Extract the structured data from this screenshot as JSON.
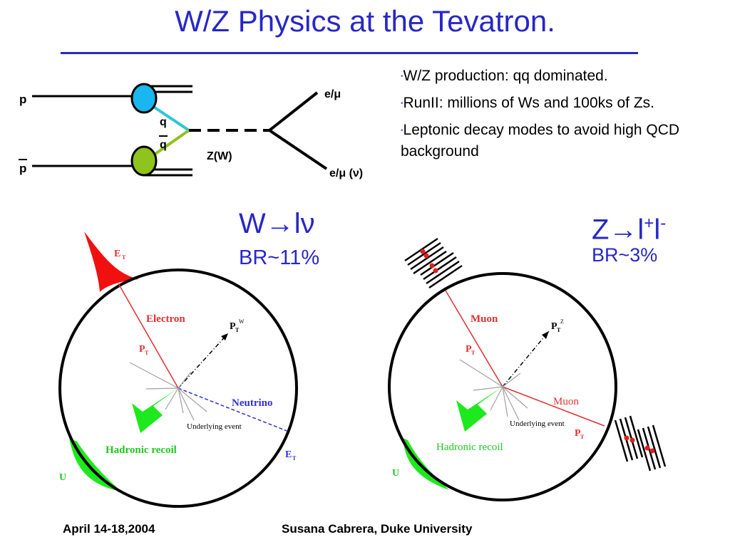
{
  "title": "W/Z Physics at the Tevatron.",
  "bullets": [
    "W/Z production: qq dominated.",
    "RunII: millions of Ws and 100ks of Zs.",
    "Leptonic decay modes to avoid high QCD background"
  ],
  "feynman": {
    "p": "p",
    "pbar": "p",
    "q": "q",
    "qbar": "q",
    "boson": "Z(W)",
    "lepton_top": "e/μ",
    "lepton_bottom": "e/μ (ν)"
  },
  "w_panel": {
    "process": "W→lν",
    "br": "BR~11%",
    "et_top": "E",
    "et_top_sub": "T",
    "electron": "Electron",
    "pt": "P",
    "pt_sub": "T",
    "ptw": "P",
    "ptw_sub": "T",
    "ptw_sup": "W",
    "neutrino": "Neutrino",
    "underlying": "Underlying event",
    "hadronic": "Hadronic recoil",
    "et_bottom": "E",
    "et_bottom_sub": "T",
    "u": "U"
  },
  "z_panel": {
    "process_z": "Z→l",
    "process_plus": "+",
    "process_l": "l",
    "process_minus": "-",
    "br": "BR~3%",
    "muon1": "Muon",
    "pt": "P",
    "pt_sub": "T",
    "ptz": "P",
    "ptz_sub": "T",
    "ptz_sup": "Z",
    "muon2": "Muon",
    "pt2": "P",
    "pt2_sub": "T",
    "underlying": "Underlying event",
    "hadronic": "Hadronic recoil",
    "u": "U"
  },
  "colors": {
    "title": "#2727c8",
    "proton": "#1ab6f0",
    "antiproton": "#8fc41e",
    "quark": "#2ec6d6",
    "antiquark": "#8fc41e",
    "electron_line": "#e03030",
    "neutrino": "#3030e0",
    "recoil": "#1ee81e",
    "et_lobe": "#f01010"
  },
  "footer": {
    "date": "April 14-18,2004",
    "author": "Susana Cabrera, Duke University"
  }
}
